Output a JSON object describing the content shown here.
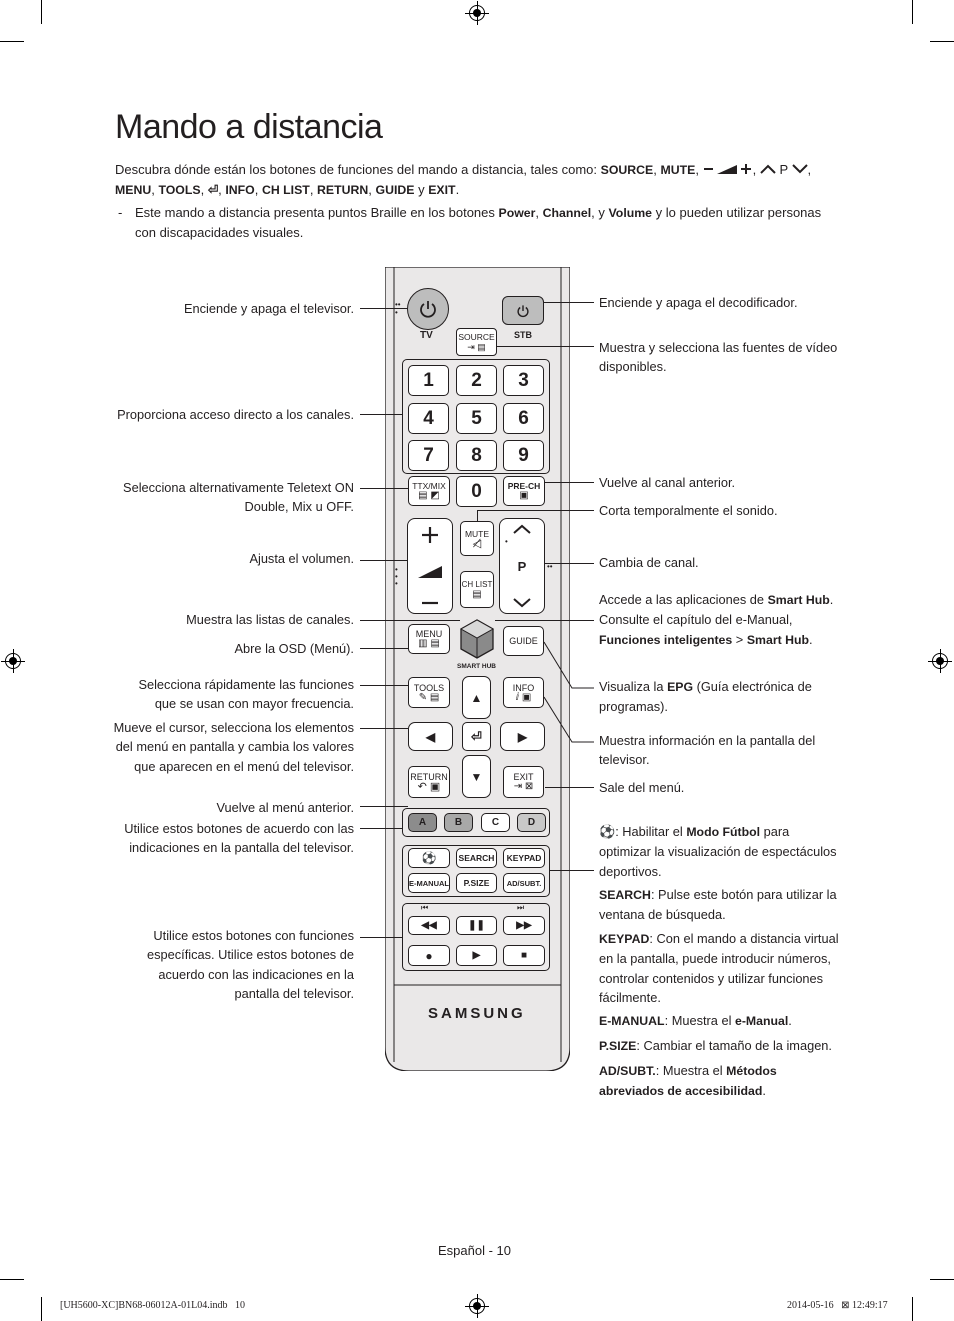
{
  "page": {
    "title": "Mando a distancia",
    "intro_parts": [
      "Descubra dónde están los botones de funciones del mando a distancia, tales como: ",
      "SOURCE",
      ", ",
      "MUTE",
      ", ",
      ", ",
      "P",
      ","
    ],
    "intro_line2": [
      {
        "t": "MENU",
        "b": true
      },
      {
        "t": ", ",
        "b": false
      },
      {
        "t": "TOOLS",
        "b": true
      },
      {
        "t": ", ",
        "b": false
      },
      {
        "t": "⏎",
        "b": true
      },
      {
        "t": ", ",
        "b": false
      },
      {
        "t": "INFO",
        "b": true
      },
      {
        "t": ", ",
        "b": false
      },
      {
        "t": "CH LIST",
        "b": true
      },
      {
        "t": ", ",
        "b": false
      },
      {
        "t": "RETURN",
        "b": true
      },
      {
        "t": ", ",
        "b": false
      },
      {
        "t": "GUIDE",
        "b": true
      },
      {
        "t": " y ",
        "b": false
      },
      {
        "t": "EXIT",
        "b": true
      },
      {
        "t": ".",
        "b": false
      }
    ],
    "note_dash": "-",
    "note": [
      {
        "t": "Este mando a distancia presenta puntos Braille en los botones ",
        "b": false
      },
      {
        "t": "Power",
        "b": true
      },
      {
        "t": ", ",
        "b": false
      },
      {
        "t": "Channel",
        "b": true
      },
      {
        "t": ", y ",
        "b": false
      },
      {
        "t": "Volume",
        "b": true
      },
      {
        "t": " y lo pueden utilizar personas con discapacidades visuales.",
        "b": false
      }
    ],
    "footer": "Español - 10",
    "print_file": "[UH5600-XC]BN68-06012A-01L04.indb   10",
    "print_date": "2014-05-16   ⊠ 12:49:17"
  },
  "left_labels": [
    "Enciende y apaga el televisor.",
    "Proporciona acceso directo a los canales.",
    "Selecciona alternativamente Teletext ON Double, Mix u OFF.",
    "Ajusta el volumen.",
    "Muestra las listas de canales.",
    "Abre la OSD (Menú).",
    "Selecciona rápidamente las funciones que se usan con mayor frecuencia.",
    "Mueve el cursor, selecciona los elementos del menú en pantalla y cambia los valores que aparecen en el menú del televisor.",
    "Vuelve al menú anterior.",
    "Utilice estos botones de acuerdo con las indicaciones en la pantalla del televisor.",
    "Utilice estos botones con funciones específicas. Utilice estos botones de acuerdo con las indicaciones en la pantalla del televisor."
  ],
  "right_labels": {
    "stb": "Enciende y apaga el decodificador.",
    "source": "Muestra y selecciona las fuentes de vídeo disponibles.",
    "prech": "Vuelve al canal anterior.",
    "mute": "Corta temporalmente el sonido.",
    "channel": "Cambia de canal.",
    "smarthub": [
      {
        "t": "Accede a las aplicaciones de ",
        "b": false
      },
      {
        "t": "Smart Hub",
        "b": true
      },
      {
        "t": ". Consulte el capítulo del e-Manual, ",
        "b": false
      },
      {
        "t": "Funciones inteligentes",
        "b": true
      },
      {
        "t": " > ",
        "b": false
      },
      {
        "t": "Smart Hub",
        "b": true
      },
      {
        "t": ".",
        "b": false
      }
    ],
    "guide": [
      {
        "t": "Visualiza la ",
        "b": false
      },
      {
        "t": "EPG",
        "b": true
      },
      {
        "t": " (Guía electrónica de programas).",
        "b": false
      }
    ],
    "info": "Muestra información en la pantalla del televisor.",
    "exit": "Sale del menú.",
    "football": [
      {
        "t": ": Habilitar el ",
        "b": false
      },
      {
        "t": "Modo Fútbol",
        "b": true
      },
      {
        "t": " para optimizar la visualización de espectáculos deportivos.",
        "b": false
      }
    ],
    "search": [
      {
        "t": "SEARCH",
        "b": true
      },
      {
        "t": ": Pulse este botón para utilizar la ventana de búsqueda.",
        "b": false
      }
    ],
    "keypad": [
      {
        "t": "KEYPAD",
        "b": true
      },
      {
        "t": ": Con el mando a distancia virtual en la pantalla, puede introducir números, controlar contenidos y utilizar funciones fácilmente.",
        "b": false
      }
    ],
    "emanual": [
      {
        "t": "E-MANUAL",
        "b": true
      },
      {
        "t": ": Muestra el ",
        "b": false
      },
      {
        "t": "e-Manual",
        "b": true
      },
      {
        "t": ".",
        "b": false
      }
    ],
    "psize": [
      {
        "t": "P.SIZE",
        "b": true
      },
      {
        "t": ": Cambiar el tamaño de la imagen.",
        "b": false
      }
    ],
    "adsubt": [
      {
        "t": "AD/SUBT.",
        "b": true
      },
      {
        "t": ": Muestra el ",
        "b": false
      },
      {
        "t": "Métodos abreviados de accesibilidad",
        "b": true
      },
      {
        "t": ".",
        "b": false
      }
    ]
  },
  "remote": {
    "tv": "TV",
    "stb": "STB",
    "source": "SOURCE",
    "digits": [
      "1",
      "2",
      "3",
      "4",
      "5",
      "6",
      "7",
      "8",
      "9"
    ],
    "zero": "0",
    "ttx": "TTX/MIX",
    "prech": "PRE-CH",
    "mute": "MUTE",
    "chlist": "CH LIST",
    "p": "P",
    "menu": "MENU",
    "guide": "GUIDE",
    "smarthub": "SMART HUB",
    "tools": "TOOLS",
    "info": "INFO",
    "return": "RETURN",
    "exit": "EXIT",
    "colors": [
      {
        "l": "A",
        "c": "#8c8c8c"
      },
      {
        "l": "B",
        "c": "#a8a8a8"
      },
      {
        "l": "C",
        "c": "#ffffff"
      },
      {
        "l": "D",
        "c": "#c8c8c8"
      }
    ],
    "search": "SEARCH",
    "keypad": "KEYPAD",
    "emanual": "E-MANUAL",
    "psize": "P.SIZE",
    "adsubt": "AD/SUBT.",
    "brand": "SAMSUNG"
  }
}
